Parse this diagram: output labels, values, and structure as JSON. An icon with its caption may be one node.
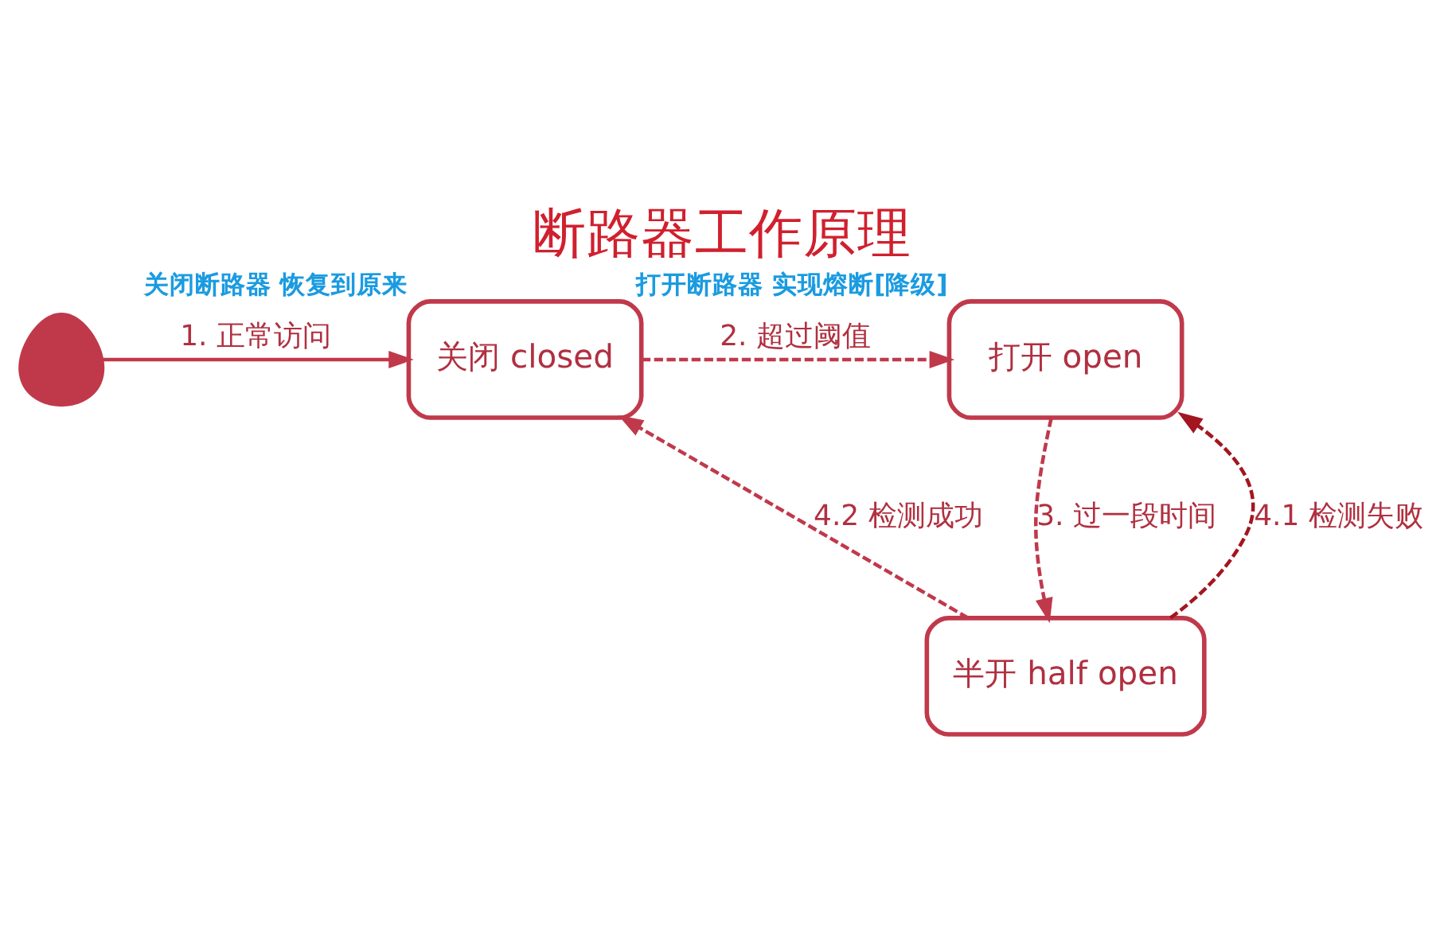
{
  "diagram": {
    "title": "断路器工作原理",
    "nodes": [
      {
        "text": [],
        "shape": "person"
      },
      {
        "text": [
          "关闭 closed"
        ],
        "beside": [
          "关闭断路器 恢复到原来"
        ]
      },
      {
        "text": [
          "打开 open"
        ],
        "beside": [
          "打开断路器 实现熔断[降级]"
        ]
      },
      {
        "text": [
          "半开 half open"
        ]
      }
    ],
    "edges": [
      {
        "from": 0,
        "to": 1,
        "arrow": "to",
        "label": "1. 正常访问"
      },
      {
        "from": 1,
        "to": 2,
        "arrow": "to",
        "label": "2. 超过阈值",
        "style": "dashed"
      },
      {
        "from": 2,
        "to": 3,
        "arrow": "to",
        "label": "3. 过一段时间",
        "style": "dashed"
      },
      {
        "from": 3,
        "to": 1,
        "arrow": "to",
        "label": "4.2 检测成功",
        "style": "dashed"
      },
      {
        "from": 3,
        "to": 2,
        "arrow": "to",
        "label": "4.1 检测失败",
        "style": "dashed",
        "color": "#a3161f"
      }
    ]
  }
}
